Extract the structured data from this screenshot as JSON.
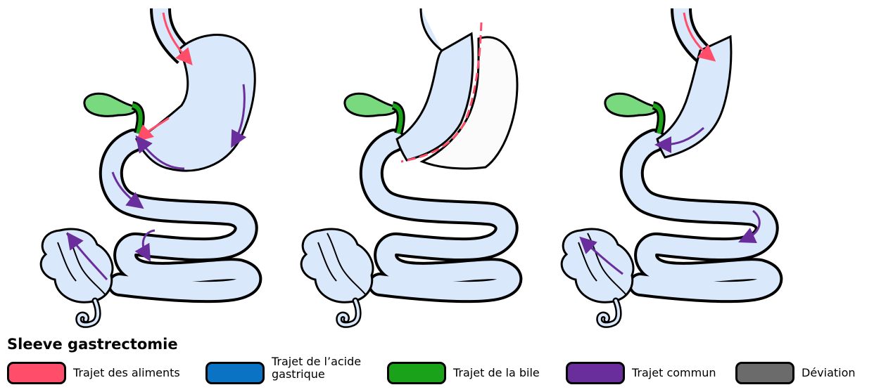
{
  "title": "Sleeve gastrectomie",
  "legend": [
    {
      "label": "Trajet des aliments",
      "color": "#ff4d6a"
    },
    {
      "label": "Trajet de l’acide gastrique",
      "color": "#0a73c4"
    },
    {
      "label": "Trajet de la bile",
      "color": "#1aa31a"
    },
    {
      "label": "Trajet commun",
      "color": "#6a2d9c"
    },
    {
      "label": "Déviation",
      "color": "#6b6b6b"
    }
  ],
  "palette": {
    "organ_fill": "#d9e8fb",
    "outline": "#000000",
    "gallbladder": "#79d97f",
    "removed_fill": "#fbfbfb",
    "cut_line": "#ff4d6a"
  }
}
